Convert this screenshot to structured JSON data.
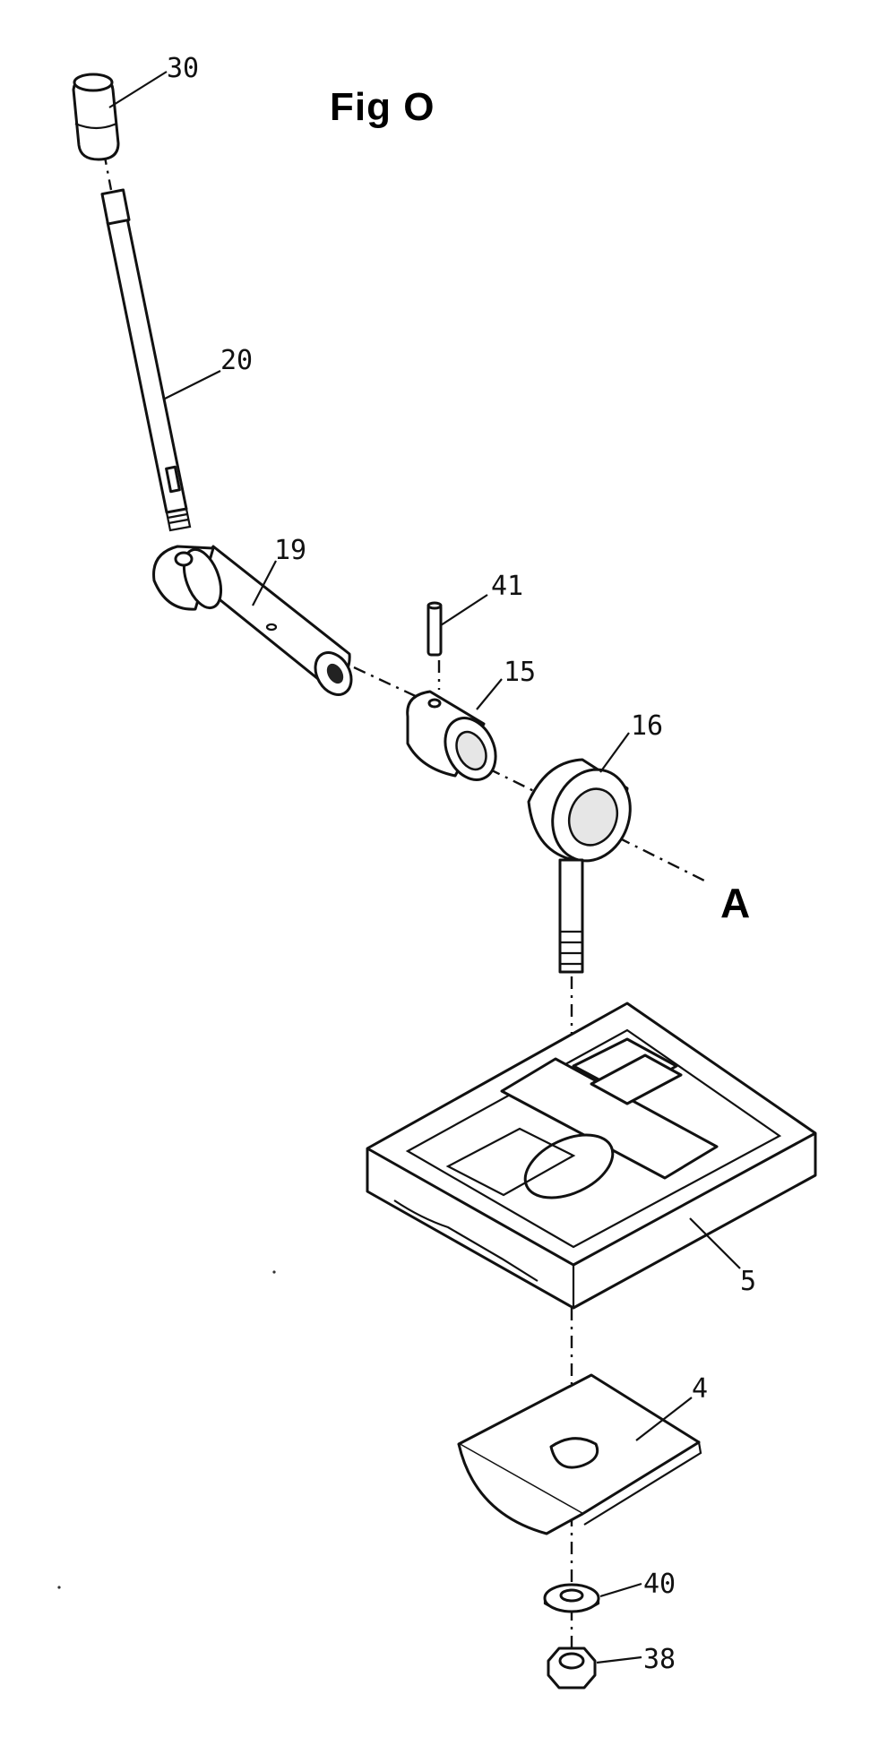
{
  "figure": {
    "title": "Fig O",
    "axis_label": "A",
    "callouts": {
      "c30": "30",
      "c20": "20",
      "c19": "19",
      "c41": "41",
      "c15": "15",
      "c16": "16",
      "c5": "5",
      "c4": "4",
      "c40": "40",
      "c38": "38"
    }
  },
  "colors": {
    "line": "#111111",
    "background": "#ffffff"
  },
  "icons": [
    "knob",
    "handle-rod",
    "pivot-shaft",
    "pin",
    "collar",
    "eye-bolt",
    "vise-base",
    "clamp-plate",
    "washer",
    "hex-nut"
  ]
}
